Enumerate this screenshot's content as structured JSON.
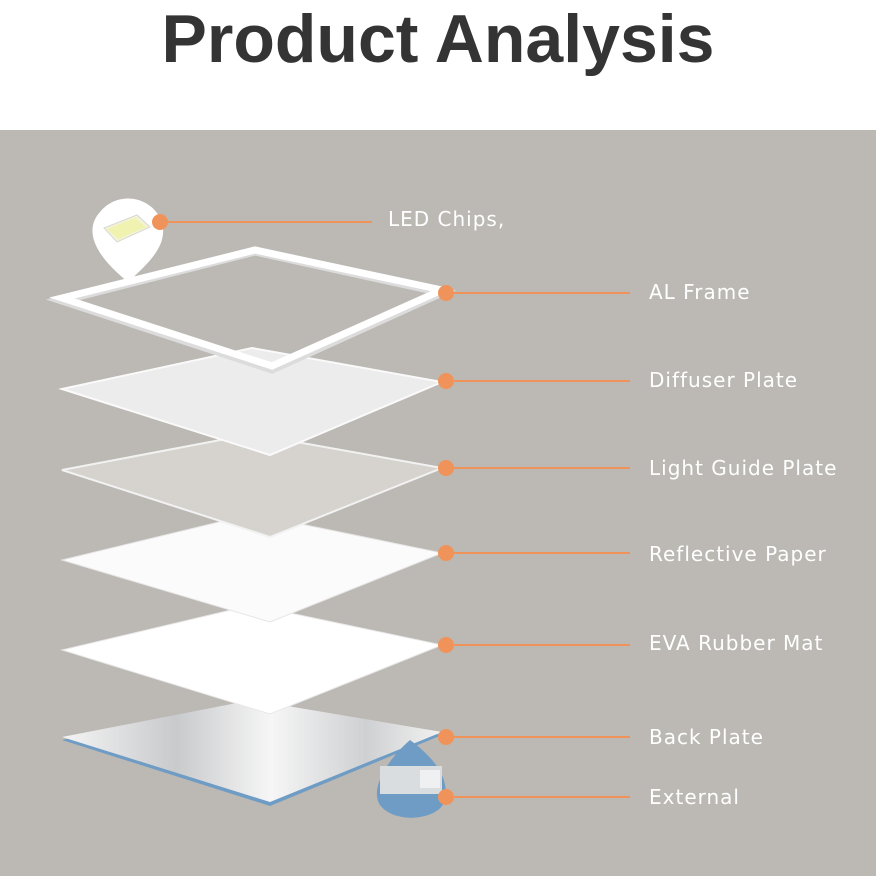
{
  "title": "Product Analysis",
  "accent_color": "#f0935a",
  "background_color": "#bcb9b4",
  "layers": [
    {
      "label": "LED Chips,"
    },
    {
      "label": "AL Frame"
    },
    {
      "label": "Diffuser Plate"
    },
    {
      "label": "Light Guide Plate"
    },
    {
      "label": "Reflective Paper"
    },
    {
      "label": "EVA Rubber Mat"
    },
    {
      "label": "Back Plate"
    },
    {
      "label": "External"
    }
  ]
}
